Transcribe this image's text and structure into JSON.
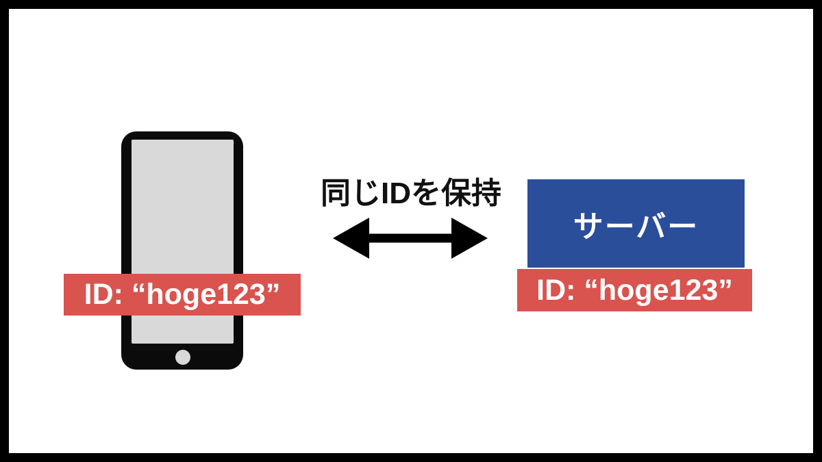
{
  "diagram": {
    "relation_label": "同じIDを保持",
    "client": {
      "device": "smartphone",
      "id_label": "ID: “hoge123”"
    },
    "server": {
      "label": "サーバー",
      "id_label": "ID: “hoge123”"
    },
    "colors": {
      "accent_red": "#d9534f",
      "server_blue": "#2b4e9b",
      "screen_gray": "#d9d9d9",
      "frame_black": "#0b0b0b",
      "canvas_white": "#ffffff",
      "text_black": "#111111"
    }
  }
}
